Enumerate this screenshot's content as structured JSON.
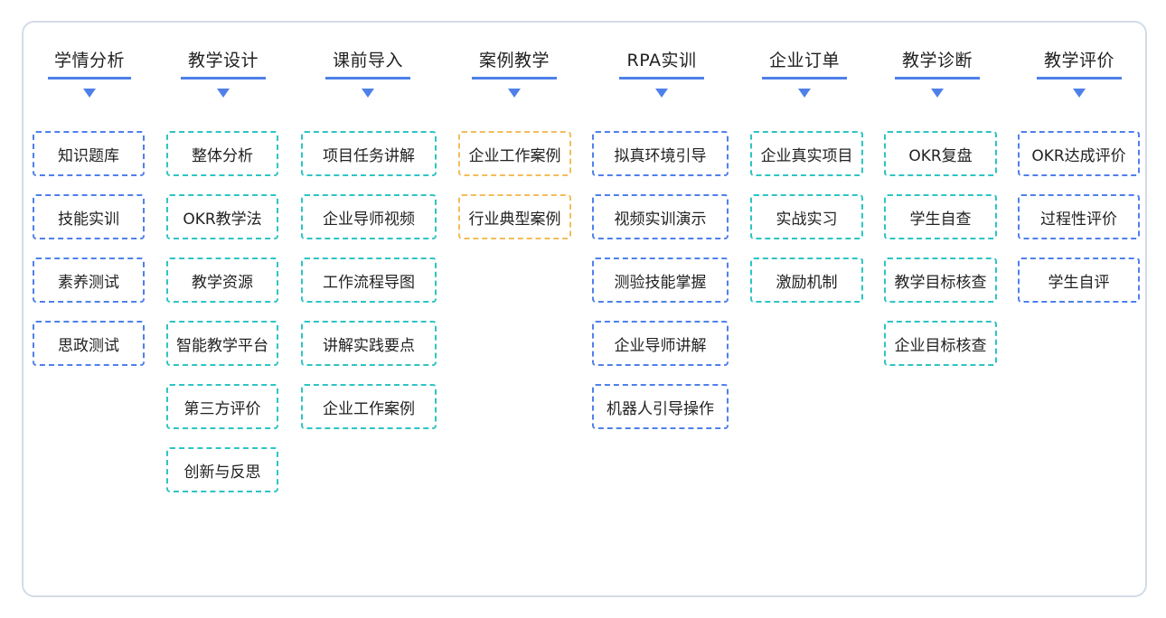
{
  "colors": {
    "blue": "#4f80ea",
    "teal": "#2ec4c4",
    "orange": "#f2bd5a",
    "frame": "#d3dce6"
  },
  "columns": [
    {
      "title": "学情分析",
      "items": [
        "知识题库",
        "技能实训",
        "素养测试",
        "思政测试"
      ]
    },
    {
      "title": "教学设计",
      "items": [
        "整体分析",
        "OKR教学法",
        "教学资源",
        "智能教学平台",
        "第三方评价",
        "创新与反思"
      ]
    },
    {
      "title": "课前导入",
      "items": [
        "项目任务讲解",
        "企业导师视频",
        "工作流程导图",
        "讲解实践要点",
        "企业工作案例"
      ]
    },
    {
      "title": "案例教学",
      "items": [
        "企业工作案例",
        "行业典型案例"
      ]
    },
    {
      "title": "RPA实训",
      "items": [
        "拟真环境引导",
        "视频实训演示",
        "测验技能掌握",
        "企业导师讲解",
        "机器人引导操作"
      ]
    },
    {
      "title": "企业订单",
      "items": [
        "企业真实项目",
        "实战实习",
        "激励机制"
      ]
    },
    {
      "title": "教学诊断",
      "items": [
        "OKR复盘",
        "学生自查",
        "教学目标核查",
        "企业目标核查"
      ]
    },
    {
      "title": "教学评价",
      "items": [
        "OKR达成评价",
        "过程性评价",
        "学生自评"
      ]
    }
  ]
}
